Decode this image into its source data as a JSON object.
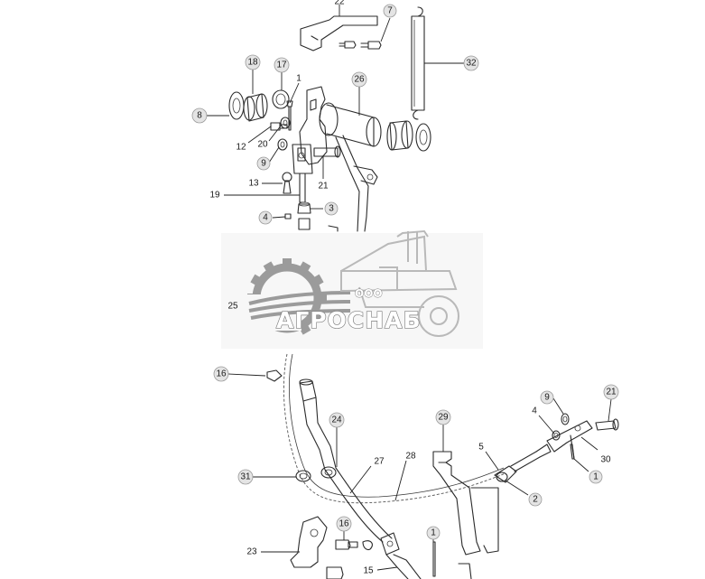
{
  "watermark": {
    "company_prefix": "ООО",
    "company_name": "АГРОСНАБ"
  },
  "callouts": [
    {
      "id": "c22a",
      "label": "22",
      "style": "plain"
    },
    {
      "id": "c7a",
      "label": "7",
      "style": "circle"
    },
    {
      "id": "c32",
      "label": "32",
      "style": "circle"
    },
    {
      "id": "c18",
      "label": "18",
      "style": "circle"
    },
    {
      "id": "c17",
      "label": "17",
      "style": "circle"
    },
    {
      "id": "c1a",
      "label": "1",
      "style": "plain"
    },
    {
      "id": "c26",
      "label": "26",
      "style": "circle"
    },
    {
      "id": "c8",
      "label": "8",
      "style": "circle"
    },
    {
      "id": "c12",
      "label": "12",
      "style": "plain"
    },
    {
      "id": "c20",
      "label": "20",
      "style": "plain"
    },
    {
      "id": "c9a",
      "label": "9",
      "style": "circle"
    },
    {
      "id": "c21a",
      "label": "21",
      "style": "plain"
    },
    {
      "id": "c13",
      "label": "13",
      "style": "plain"
    },
    {
      "id": "c19",
      "label": "19",
      "style": "plain"
    },
    {
      "id": "c4a",
      "label": "4",
      "style": "circle"
    },
    {
      "id": "c3",
      "label": "3",
      "style": "circle"
    },
    {
      "id": "c25",
      "label": "25",
      "style": "plain"
    },
    {
      "id": "c16a",
      "label": "16",
      "style": "circle"
    },
    {
      "id": "c9b",
      "label": "9",
      "style": "circle"
    },
    {
      "id": "c21b",
      "label": "21",
      "style": "circle"
    },
    {
      "id": "c4b",
      "label": "4",
      "style": "plain"
    },
    {
      "id": "c29",
      "label": "29",
      "style": "circle"
    },
    {
      "id": "c24",
      "label": "24",
      "style": "circle"
    },
    {
      "id": "c5",
      "label": "5",
      "style": "plain"
    },
    {
      "id": "c30",
      "label": "30",
      "style": "plain"
    },
    {
      "id": "c27",
      "label": "27",
      "style": "plain"
    },
    {
      "id": "c28",
      "label": "28",
      "style": "plain"
    },
    {
      "id": "c31",
      "label": "31",
      "style": "circle"
    },
    {
      "id": "c2",
      "label": "2",
      "style": "circle"
    },
    {
      "id": "c1b",
      "label": "1",
      "style": "circle"
    },
    {
      "id": "c16b",
      "label": "16",
      "style": "circle"
    },
    {
      "id": "c1c",
      "label": "1",
      "style": "circle"
    },
    {
      "id": "c23",
      "label": "23",
      "style": "plain"
    },
    {
      "id": "c15",
      "label": "15",
      "style": "plain"
    }
  ]
}
